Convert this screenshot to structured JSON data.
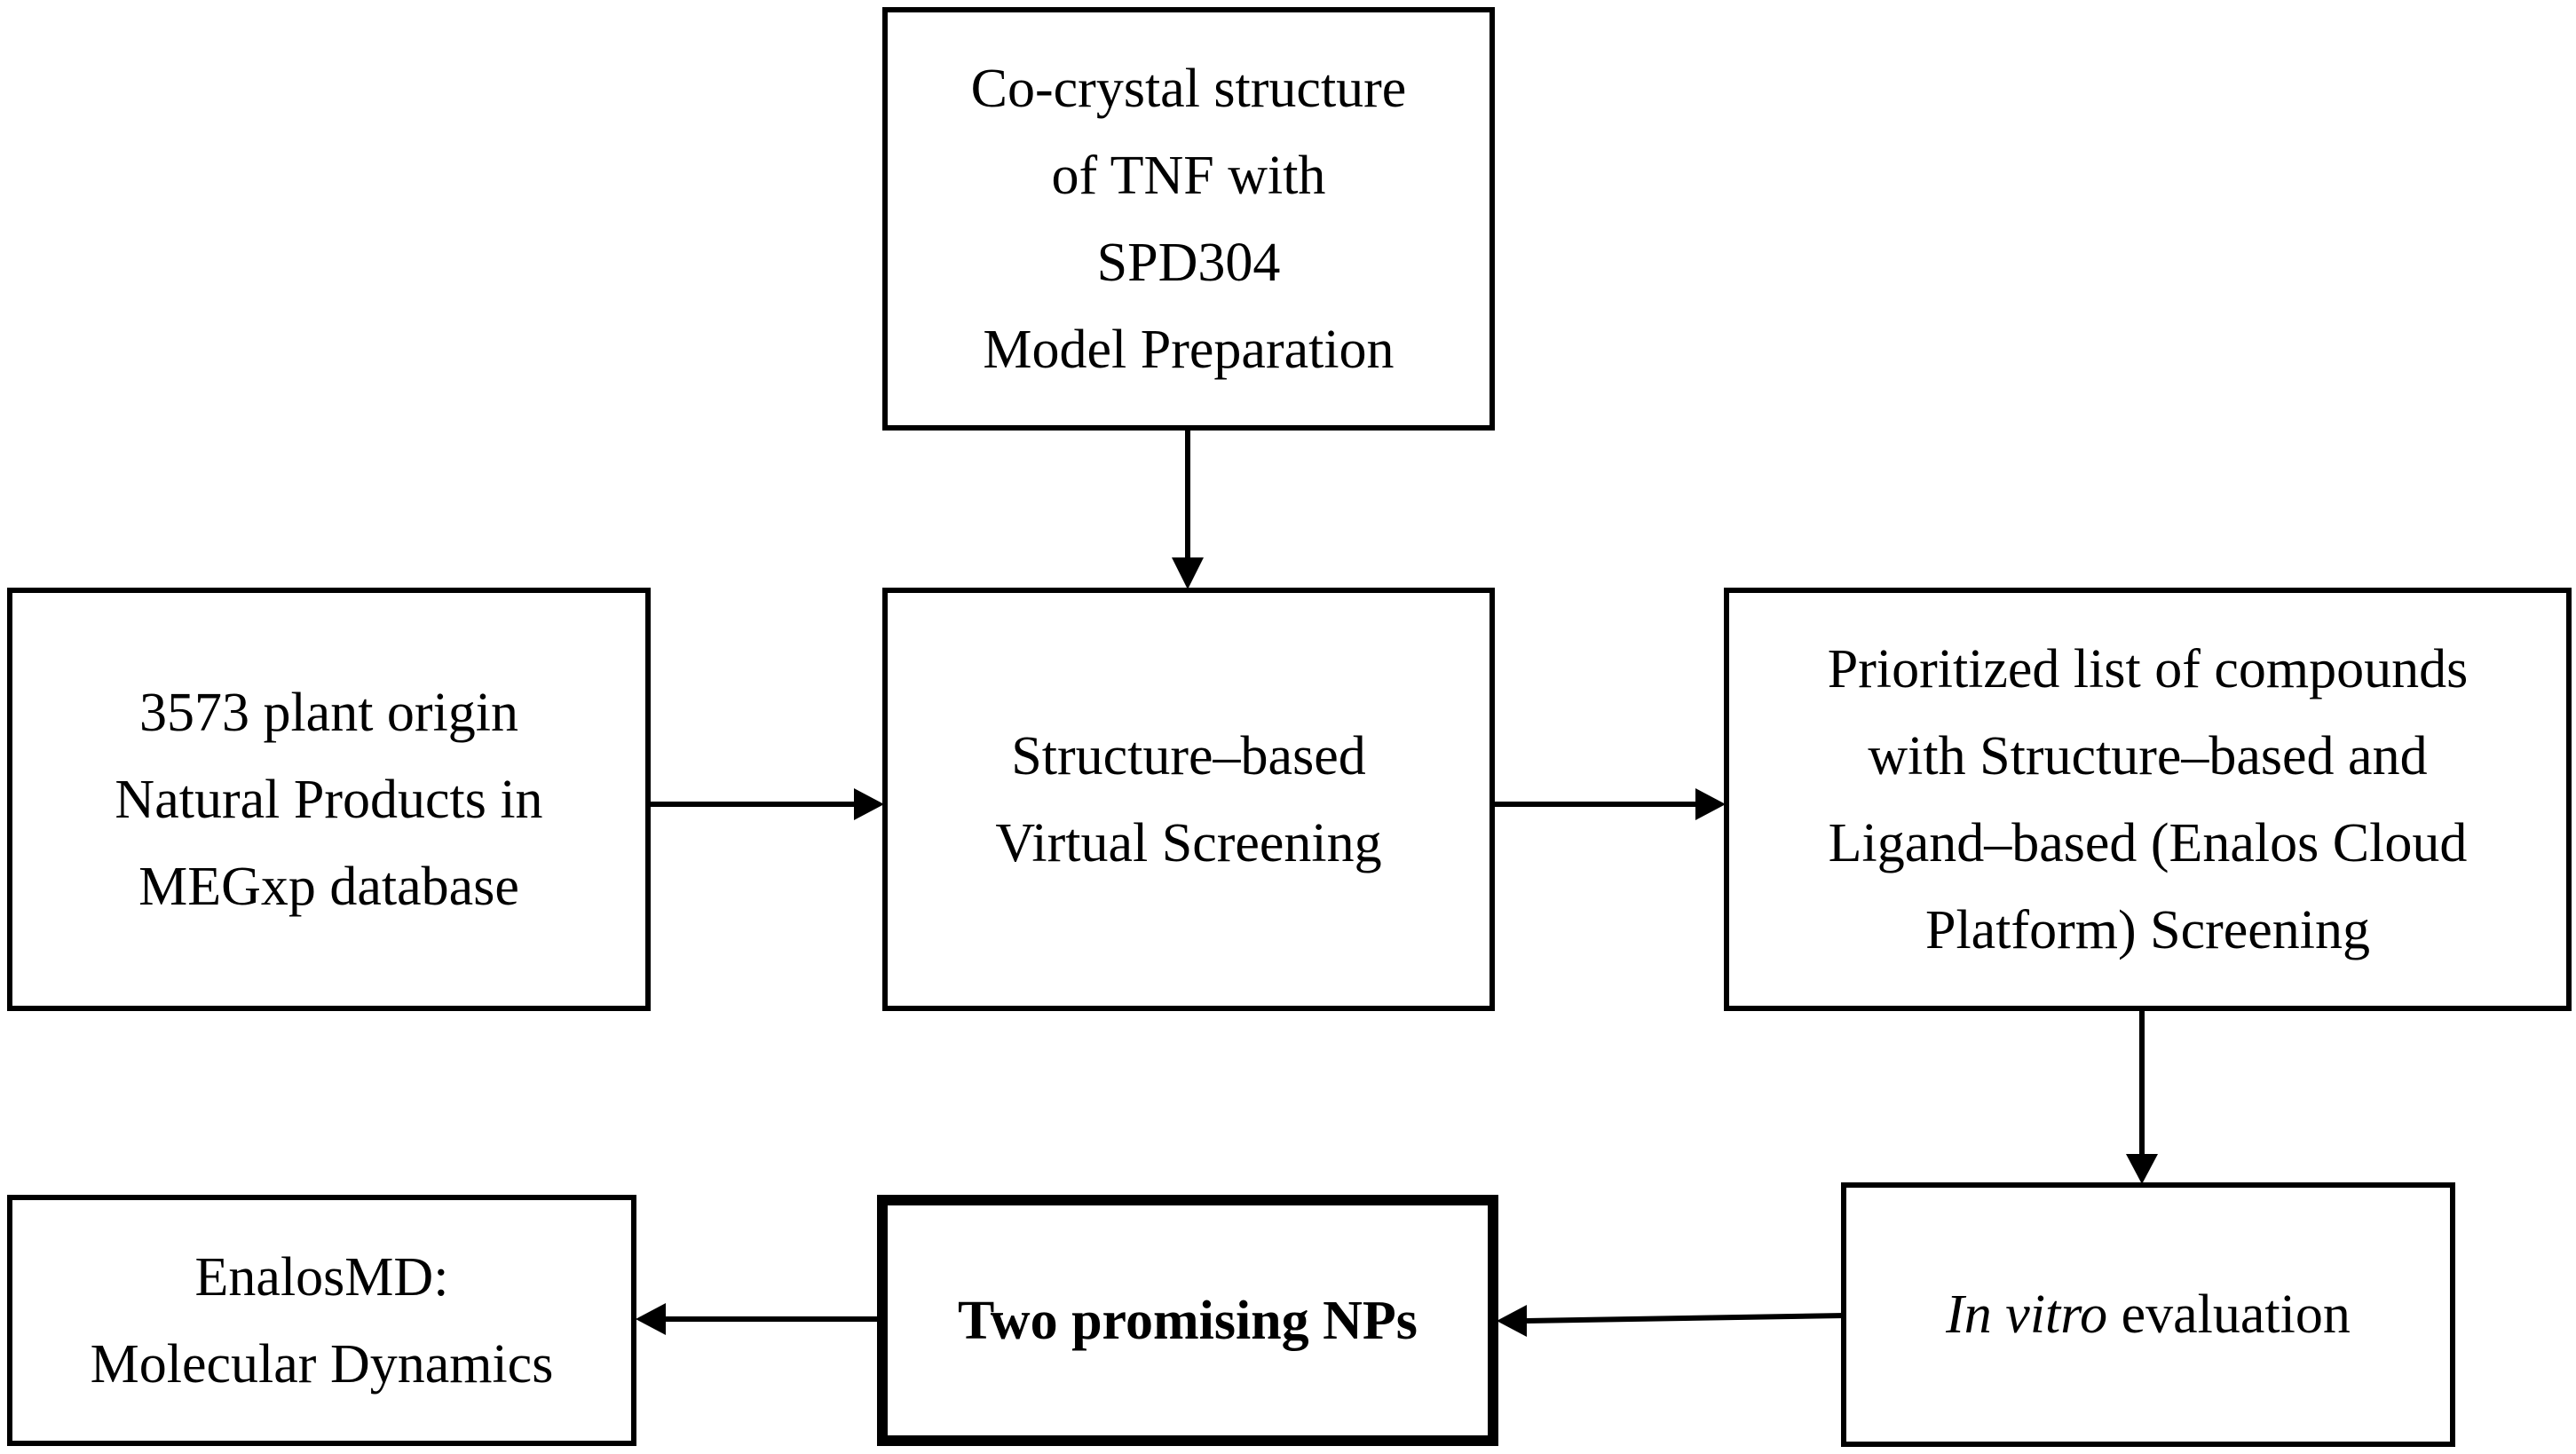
{
  "diagram": {
    "nodes": {
      "cocrystal": {
        "lines": [
          "Co-crystal structure",
          "of TNF with",
          "SPD304",
          "Model Preparation"
        ]
      },
      "plant": {
        "lines": [
          "3573 plant origin",
          "Natural Products in",
          "MEGxp database"
        ]
      },
      "screening": {
        "lines": [
          "Structure–based",
          "Virtual Screening"
        ]
      },
      "prioritized": {
        "lines": [
          "Prioritized list of compounds",
          "with Structure–based and",
          "Ligand–based (Enalos Cloud",
          "Platform) Screening"
        ]
      },
      "invitro": {
        "italic": "In vitro",
        "rest": " evaluation"
      },
      "promising": {
        "label": "Two promising NPs"
      },
      "enalosmd": {
        "lines": [
          "EnalosMD:",
          "Molecular Dynamics"
        ]
      }
    },
    "edges": [
      {
        "from": "Co-crystal structure of TNF with SPD304 Model Preparation",
        "to": "Structure–based Virtual Screening"
      },
      {
        "from": "3573 plant origin Natural Products in MEGxp database",
        "to": "Structure–based Virtual Screening"
      },
      {
        "from": "Structure–based Virtual Screening",
        "to": "Prioritized list of compounds with Structure–based and Ligand–based (Enalos Cloud Platform) Screening"
      },
      {
        "from": "Prioritized list of compounds with Structure–based and Ligand–based (Enalos Cloud Platform) Screening",
        "to": "In vitro evaluation"
      },
      {
        "from": "In vitro evaluation",
        "to": "Two promising NPs"
      },
      {
        "from": "Two promising NPs",
        "to": "EnalosMD: Molecular Dynamics"
      }
    ],
    "colors": {
      "stroke": "#000000",
      "background": "#ffffff"
    }
  }
}
